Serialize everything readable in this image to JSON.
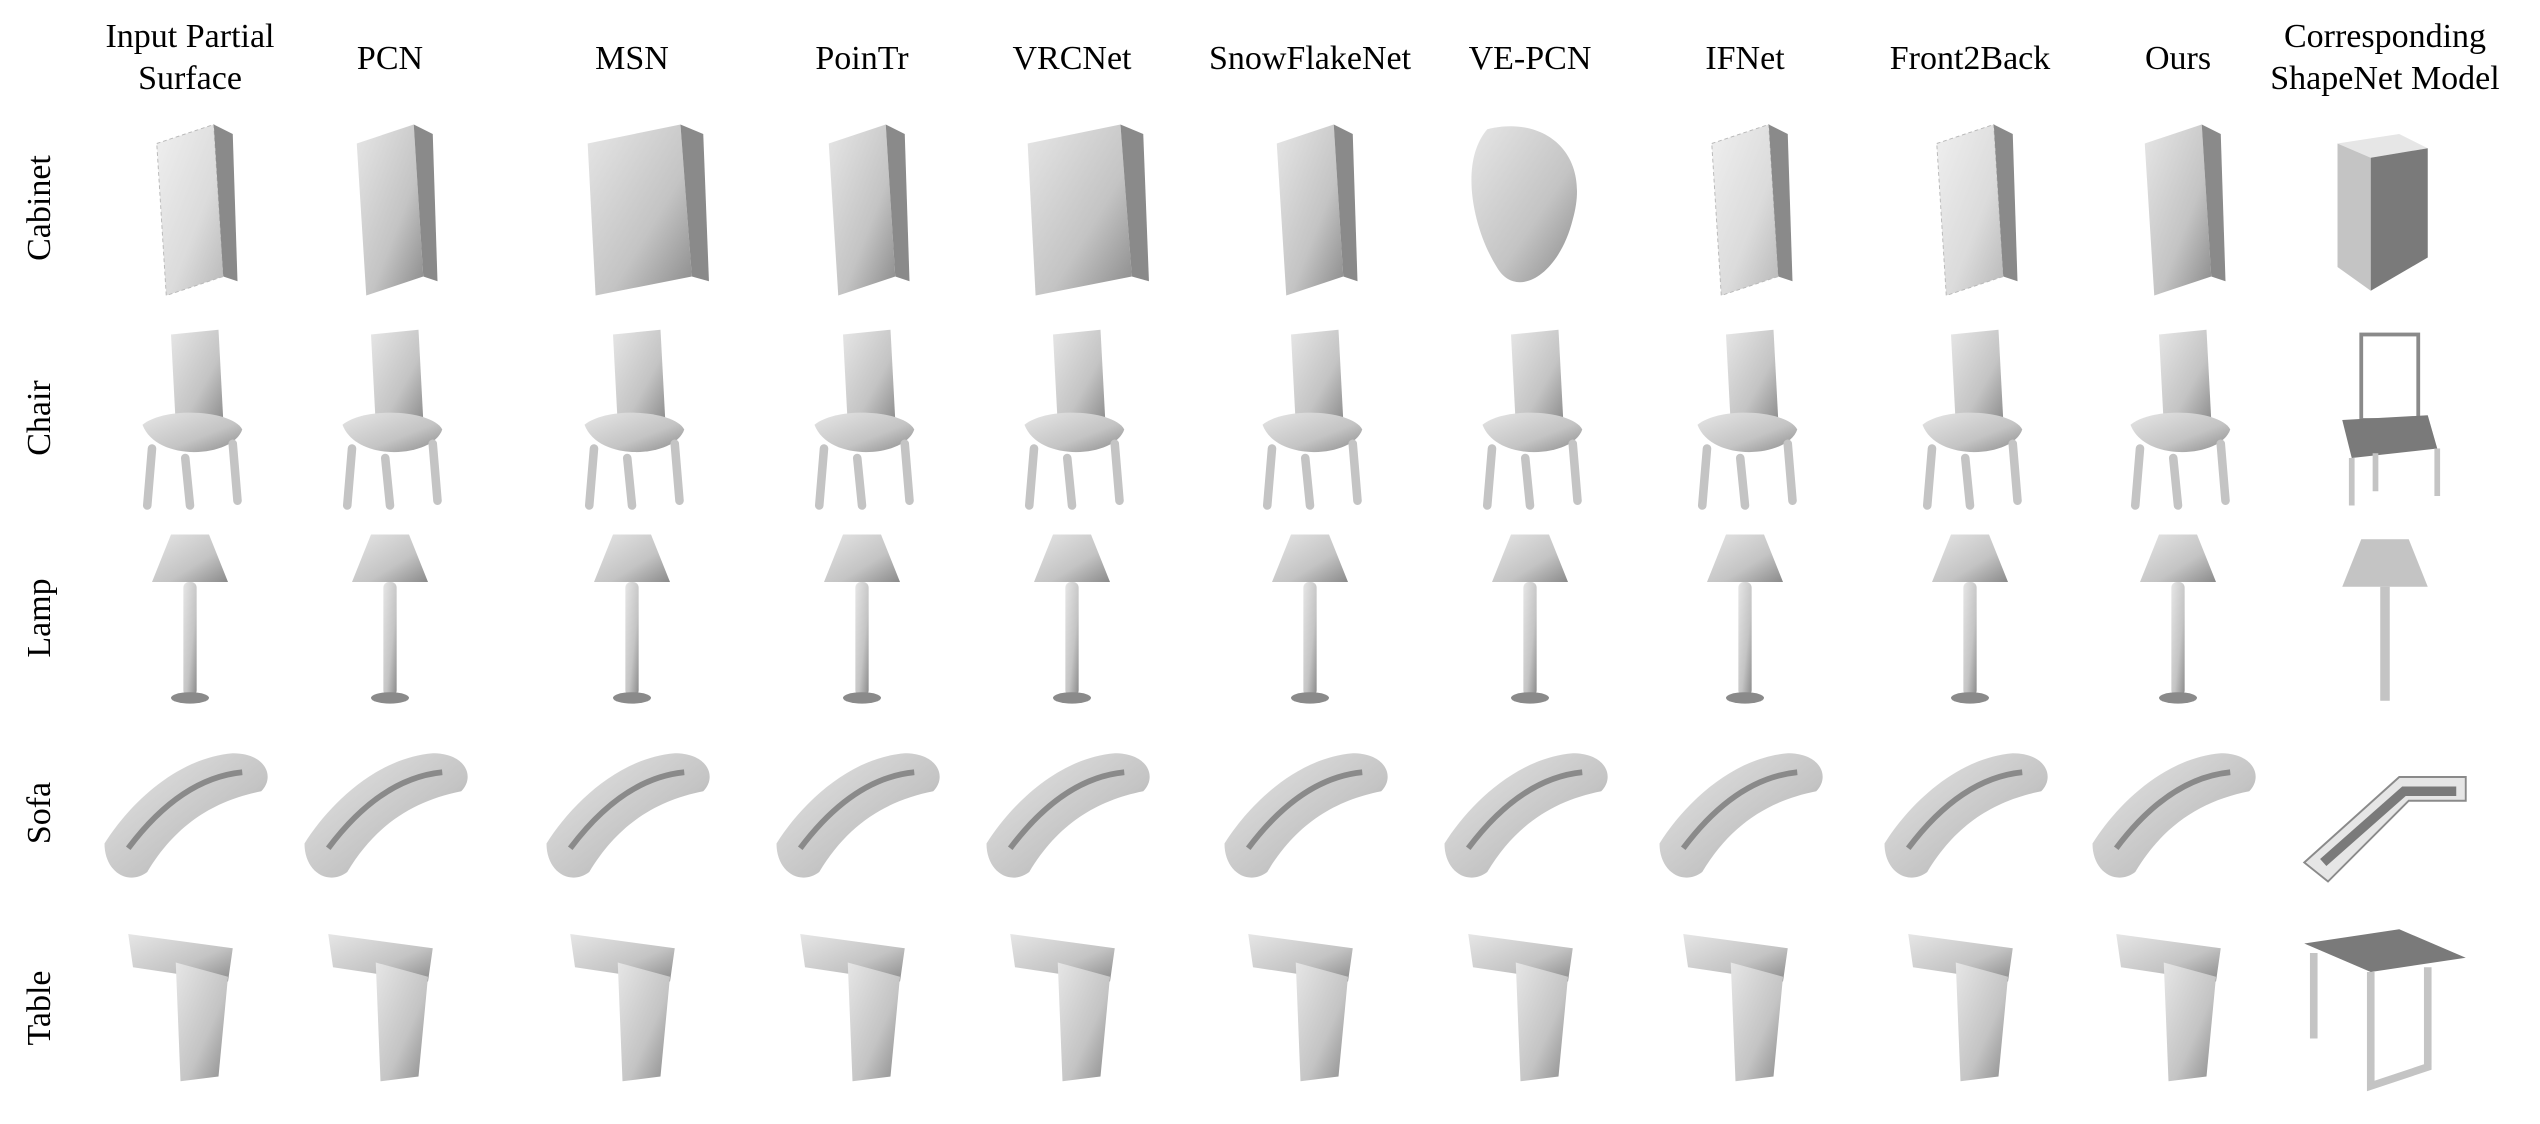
{
  "columns": [
    {
      "line1": "Input Partial",
      "line2": "Surface"
    },
    {
      "line1": "PCN",
      "line2": ""
    },
    {
      "line1": "MSN",
      "line2": ""
    },
    {
      "line1": "PoinTr",
      "line2": ""
    },
    {
      "line1": "VRCNet",
      "line2": ""
    },
    {
      "line1": "SnowFlakeNet",
      "line2": ""
    },
    {
      "line1": "VE-PCN",
      "line2": ""
    },
    {
      "line1": "IFNet",
      "line2": ""
    },
    {
      "line1": "Front2Back",
      "line2": ""
    },
    {
      "line1": "Ours",
      "line2": ""
    },
    {
      "line1": "Corresponding",
      "line2": "ShapeNet Model"
    }
  ],
  "rows": [
    "Cabinet",
    "Chair",
    "Lamp",
    "Sofa",
    "Table"
  ],
  "colors": {
    "shape_fill": "#c4c4c4",
    "shape_light": "#e6e6e6",
    "shape_dark": "#8a8a8a",
    "gt_dark": "#7a7a7a"
  }
}
